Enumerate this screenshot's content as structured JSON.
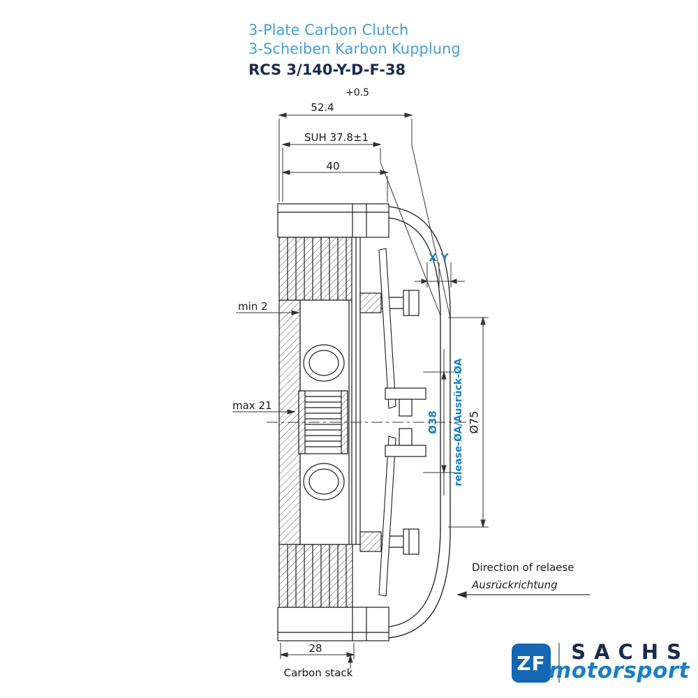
{
  "title": {
    "line1": "3-Plate Carbon Clutch",
    "line2": "3-Scheiben Karbon Kupplung",
    "model": "RCS 3/140-Y-D-F-38"
  },
  "dimensions": {
    "overall_tolerance": "+0.5",
    "overall_width": "52.4",
    "suh": "SUH 37.8±1",
    "cover_depth": "40",
    "x": "X",
    "y": "Y",
    "min_wear": "min 2",
    "max_wear": "max 21",
    "release_diameter": "Ø38",
    "release_diameter_note": "release-ØA/Ausrück-ØA",
    "outer_diameter": "Ø75",
    "carbon_stack_width": "28",
    "carbon_stack_label": "Carbon stack"
  },
  "release_direction": {
    "en": "Direction of relaese",
    "de": "Ausrückrichtung"
  },
  "branding": {
    "zf": "ZF",
    "sachs": "SACHS",
    "motorsport": "motorsport"
  },
  "colors": {
    "diagram_blue": "#1b7fc4",
    "title_blue": "#44a0d6",
    "navy": "#1b2b4e",
    "zf_blue": "#1467b3",
    "line_dark": "#1a1a1a"
  }
}
